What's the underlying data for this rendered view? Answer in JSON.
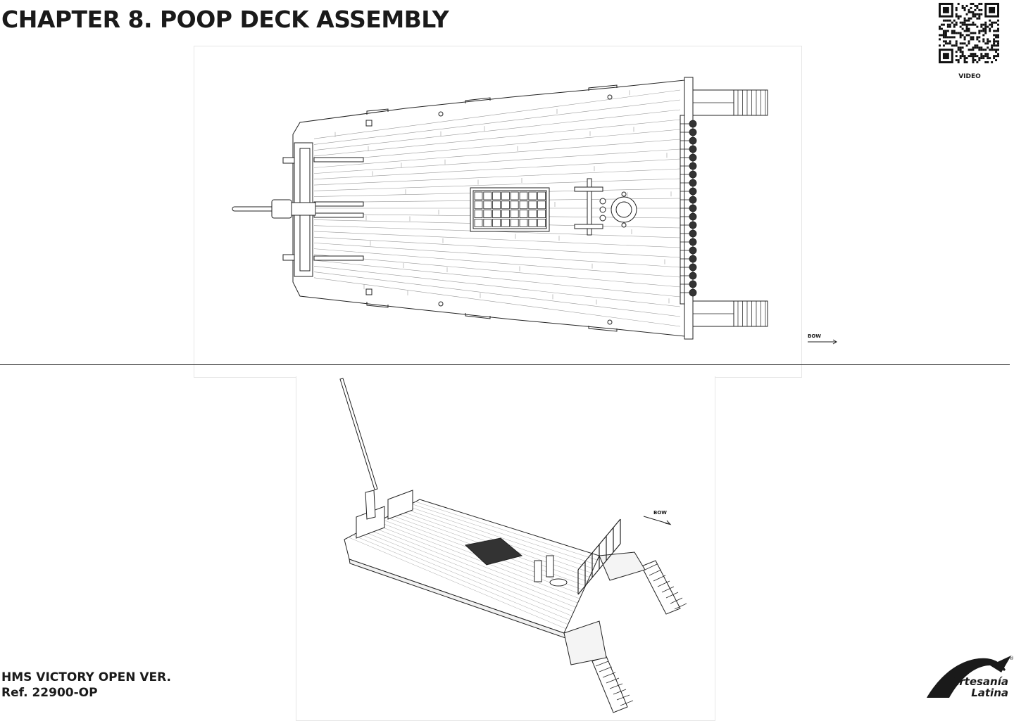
{
  "header": {
    "title": "CHAPTER 8. POOP DECK ASSEMBLY",
    "qr_label": "VIDEO"
  },
  "views": {
    "top_bow_label": "BOW",
    "perspective_bow_label": "BOW"
  },
  "footer": {
    "product": "HMS VICTORY OPEN VER.",
    "reference": "Ref. 22900-OP"
  },
  "brand": {
    "name_line1": "Artesanía",
    "name_line2": "Latina",
    "registered": "®",
    "color": "#1a1a1a"
  },
  "icons": [
    "qr-code-icon",
    "bow-arrow-icon",
    "artesania-latina-logo"
  ]
}
